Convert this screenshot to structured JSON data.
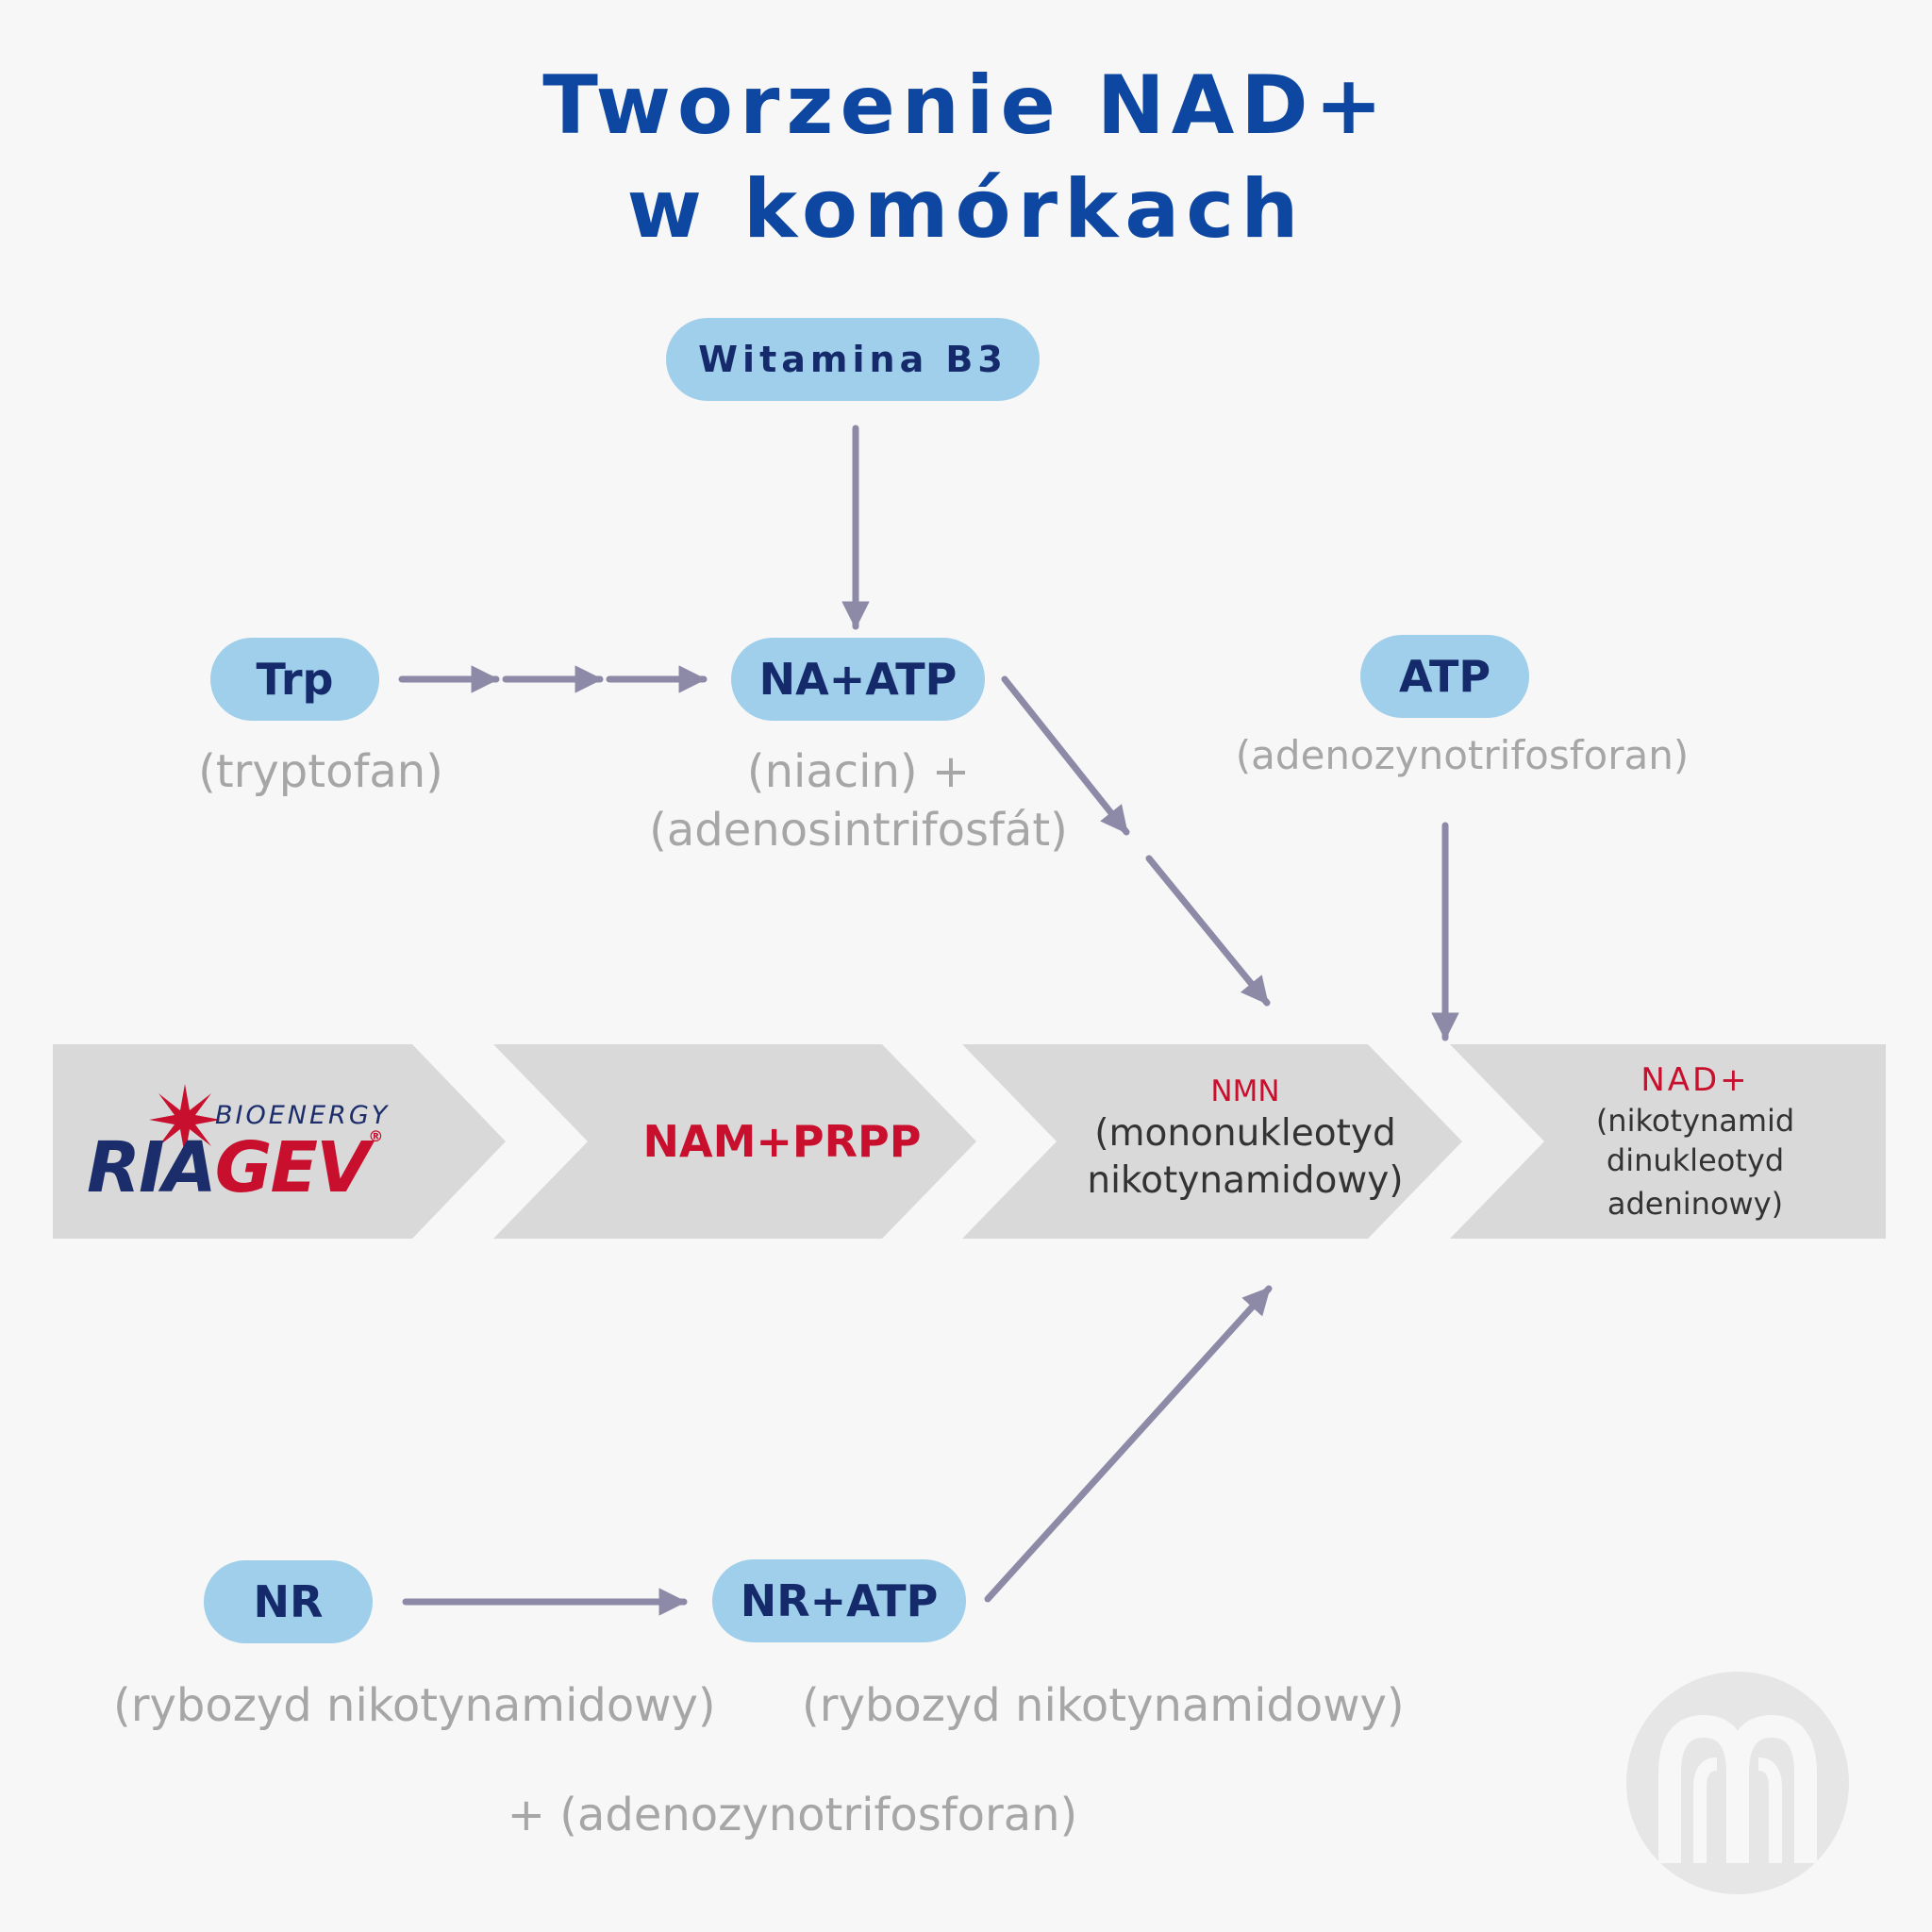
{
  "title": {
    "line1": "Tworzenie NAD+",
    "line2": "w komórkach"
  },
  "nodes": {
    "vitamin_b3": "Witamina B3",
    "trp": "Trp",
    "trp_sub": "(tryptofan)",
    "na_atp": "NA+ATP",
    "na_atp_sub1": "(niacin) +",
    "na_atp_sub2": "(adenosintrifosfát)",
    "atp": "ATP",
    "atp_sub": "(adenozynotrifosforan)",
    "nr": "NR",
    "nr_sub": "(rybozyd nikotynamidowy)",
    "nr_atp": "NR+ATP",
    "nr_atp_sub1": "(rybozyd nikotynamidowy)",
    "nr_atp_sub2": "+ (adenozynotrifosforan)"
  },
  "pipeline": {
    "logo_small": "BIOENERGY",
    "logo_big_part1": "RIA",
    "logo_big_part2": "GEV",
    "logo_reg": "®",
    "step2": "NAM+PRPP",
    "step3_title": "NMN",
    "step3_line1": "(mononukleotyd",
    "step3_line2": "nikotynamidowy)",
    "step4_title": "NAD+",
    "step4_line1": "(nikotynamid",
    "step4_line2": "dinukleotyd",
    "step4_line3": "adeninowy)"
  },
  "colors": {
    "title": "#0d47a1",
    "pill": "#9fcfeb",
    "pill_text": "#152a6b",
    "arrow": "#8c8aa6",
    "chevron": "#d9d9d9",
    "accent_red": "#c8102e",
    "subtitle_gray": "#a6a6a6",
    "logo_navy": "#1b2d6b"
  },
  "icons": [
    "arrow-icon",
    "star-burst-icon",
    "watermark-logo-icon"
  ]
}
